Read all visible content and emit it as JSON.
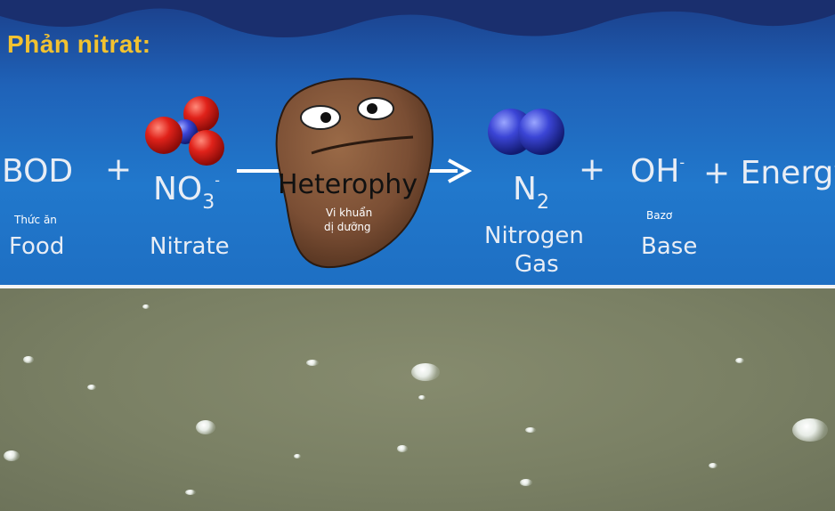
{
  "title": "Phản nitrat:",
  "equation": {
    "bod": "BOD",
    "plus1": "+",
    "no3_main": "NO",
    "no3_sub": "3",
    "no3_sup": "-",
    "bacteria": "Heterophy",
    "n2_main": "N",
    "n2_sub": "2",
    "plus2": "+",
    "oh_main": "OH",
    "oh_sup": "-",
    "energy": "+ Energy"
  },
  "labels": {
    "food_vi": "Thức ăn",
    "food": "Food",
    "nitrate": "Nitrate",
    "bacteria_vi_line1": "Vi khuẩn",
    "bacteria_vi_line2": "dị dưỡng",
    "nitrogen_line1": "Nitrogen",
    "nitrogen_line2": "Gas",
    "base_vi": "Bazơ",
    "base": "Base"
  },
  "colors": {
    "title": "#f2c230",
    "background_top": "#2178cc",
    "bacteria_body": "#7a4e34",
    "oxygen_atom": "#e0221a",
    "nitrogen_atom": "#3b45d6",
    "water": "#7a8064"
  }
}
